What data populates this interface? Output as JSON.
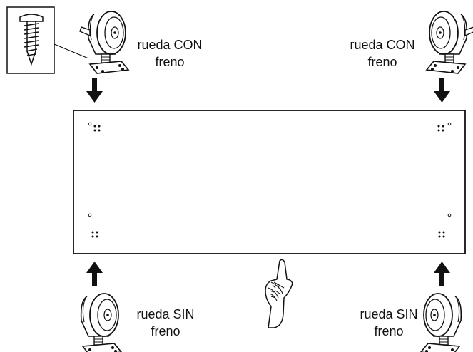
{
  "labels": {
    "top_left": {
      "line1": "rueda CON",
      "line2": "freno"
    },
    "top_right": {
      "line1": "rueda CON",
      "line2": "freno"
    },
    "bottom_left": {
      "line1": "rueda SIN",
      "line2": "freno"
    },
    "bottom_right": {
      "line1": "rueda SIN",
      "line2": "freno"
    }
  },
  "icons": [
    "screw-icon",
    "caster-wheel-icon",
    "arrow-down-icon",
    "arrow-up-icon",
    "pointing-hand-icon"
  ],
  "colors": {
    "line": "#111111",
    "background": "#ffffff"
  }
}
